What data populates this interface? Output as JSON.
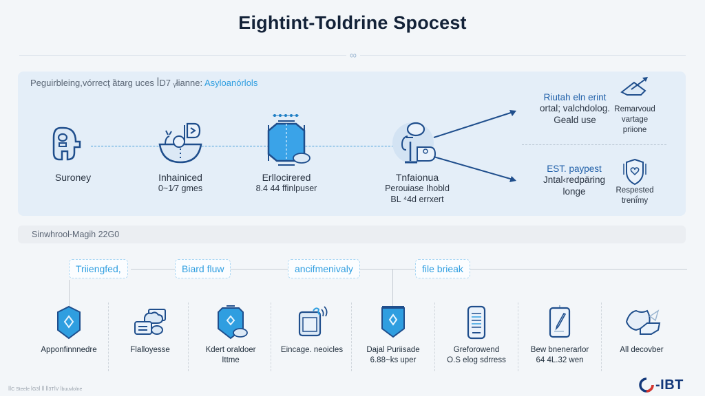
{
  "header": {
    "title": "Eightint-Toldrine Spocest",
    "divider_glyph": "∞"
  },
  "top_panel": {
    "caption_prefix": "Peguirbleing,vórrecţ ȁtarg uces ꟾD7 ᵧłianne:",
    "caption_accent": "Asyloanórlols",
    "stages": [
      {
        "icon": "elephant-icon",
        "label": "Suroney",
        "sub": []
      },
      {
        "icon": "bowl-icon",
        "label": "Inhainiced",
        "sub": [
          "0~1⁄7 gmes"
        ]
      },
      {
        "icon": "shield-tank-icon",
        "label": "Erllocirered",
        "sub": [
          "8.4 44 ffinlpuser"
        ]
      },
      {
        "icon": "person-machine-icon",
        "label": "Tnfaionua",
        "sub": [
          "Perouiase Ihobld",
          "BL ⁴4d errxert"
        ]
      }
    ],
    "outcomes": [
      {
        "heading": "Riutah eln erint",
        "lines": [
          "ortal; valchdolog.",
          "Geald use"
        ]
      },
      {
        "heading": "EST. paypest",
        "lines": [
          "Jntal‹redpäring",
          "longe"
        ]
      }
    ],
    "side_items": [
      {
        "icon": "ramp-arrow-icon",
        "lines": [
          "Remarvoud",
          "vartage",
          "priione"
        ]
      },
      {
        "icon": "shield-heart-icon",
        "lines": [
          "Respested",
          "trenḯmy"
        ]
      }
    ]
  },
  "bottom_panel": {
    "header": "Sinwhrool-Magih 22G0",
    "tags": [
      "Triiengfed,",
      "Biard fluw",
      "ancifmenivaly",
      "file brieak"
    ],
    "items": [
      {
        "icon": "hex-shield-icon",
        "lines": [
          "Apponfinnnedre"
        ]
      },
      {
        "icon": "chat-cloud-icon",
        "lines": [
          "Flalloyesse"
        ]
      },
      {
        "icon": "shield-cloud-icon",
        "lines": [
          "Kdert oraldoer",
          "Ittme"
        ]
      },
      {
        "icon": "tablet-wave-icon",
        "lines": [
          "Eincage. neoicles"
        ]
      },
      {
        "icon": "banner-shield-icon",
        "lines": [
          "Dajal Puriisade",
          "6.88~ks uper"
        ]
      },
      {
        "icon": "phone-list-icon",
        "lines": [
          "Greforowend",
          "O.S elog sdrress"
        ]
      },
      {
        "icon": "card-pen-icon",
        "lines": [
          "Bew bnenerarlor",
          "64 4L.32 wen"
        ]
      },
      {
        "icon": "paper-stack-icon",
        "lines": [
          "All decovber"
        ]
      }
    ]
  },
  "footer": {
    "note": "ꟾꟾC Steele ꟾG3ꟾ ꟾꟾ ꟾꟾ3TꟾV ꟾbuuvlolne",
    "logo_text": "-IBT"
  },
  "colors": {
    "accent": "#2f9ee0",
    "navy": "#1f4e8c",
    "panel": "#e4eef8",
    "logo_red": "#d9342b"
  }
}
